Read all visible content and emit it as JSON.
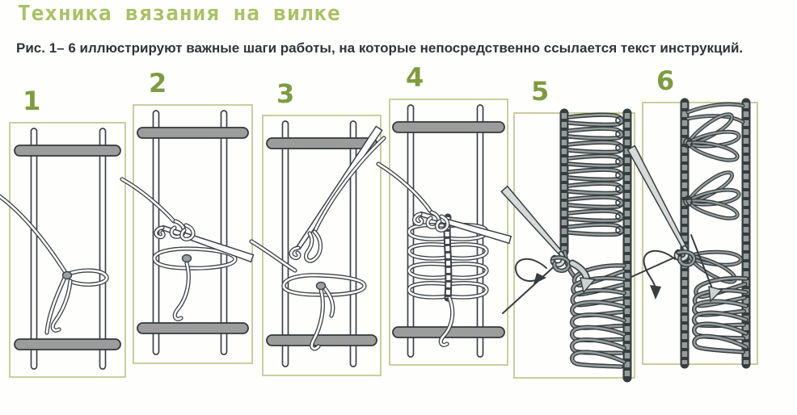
{
  "header": {
    "title": "Техника вязания на вилке",
    "subtitle": "Рис. 1– 6 иллюстрируют важные шаги работы, на которые непосредственно ссылается текст инструкций."
  },
  "figures": [
    {
      "label": "1"
    },
    {
      "label": "2"
    },
    {
      "label": "3"
    },
    {
      "label": "4"
    },
    {
      "label": "5"
    },
    {
      "label": "6"
    }
  ],
  "colors": {
    "title_green": "#a9c164",
    "figure_number_green": "#7e9c3f",
    "frame_border": "#bcc187",
    "fork_bar_gray": "#9c9c9c",
    "outline_dark": "#3d4245",
    "cord_gray": "#959c9c",
    "hook_gray": "#d6dbda",
    "text_dark": "#2f3438",
    "background": "#fefefc"
  }
}
